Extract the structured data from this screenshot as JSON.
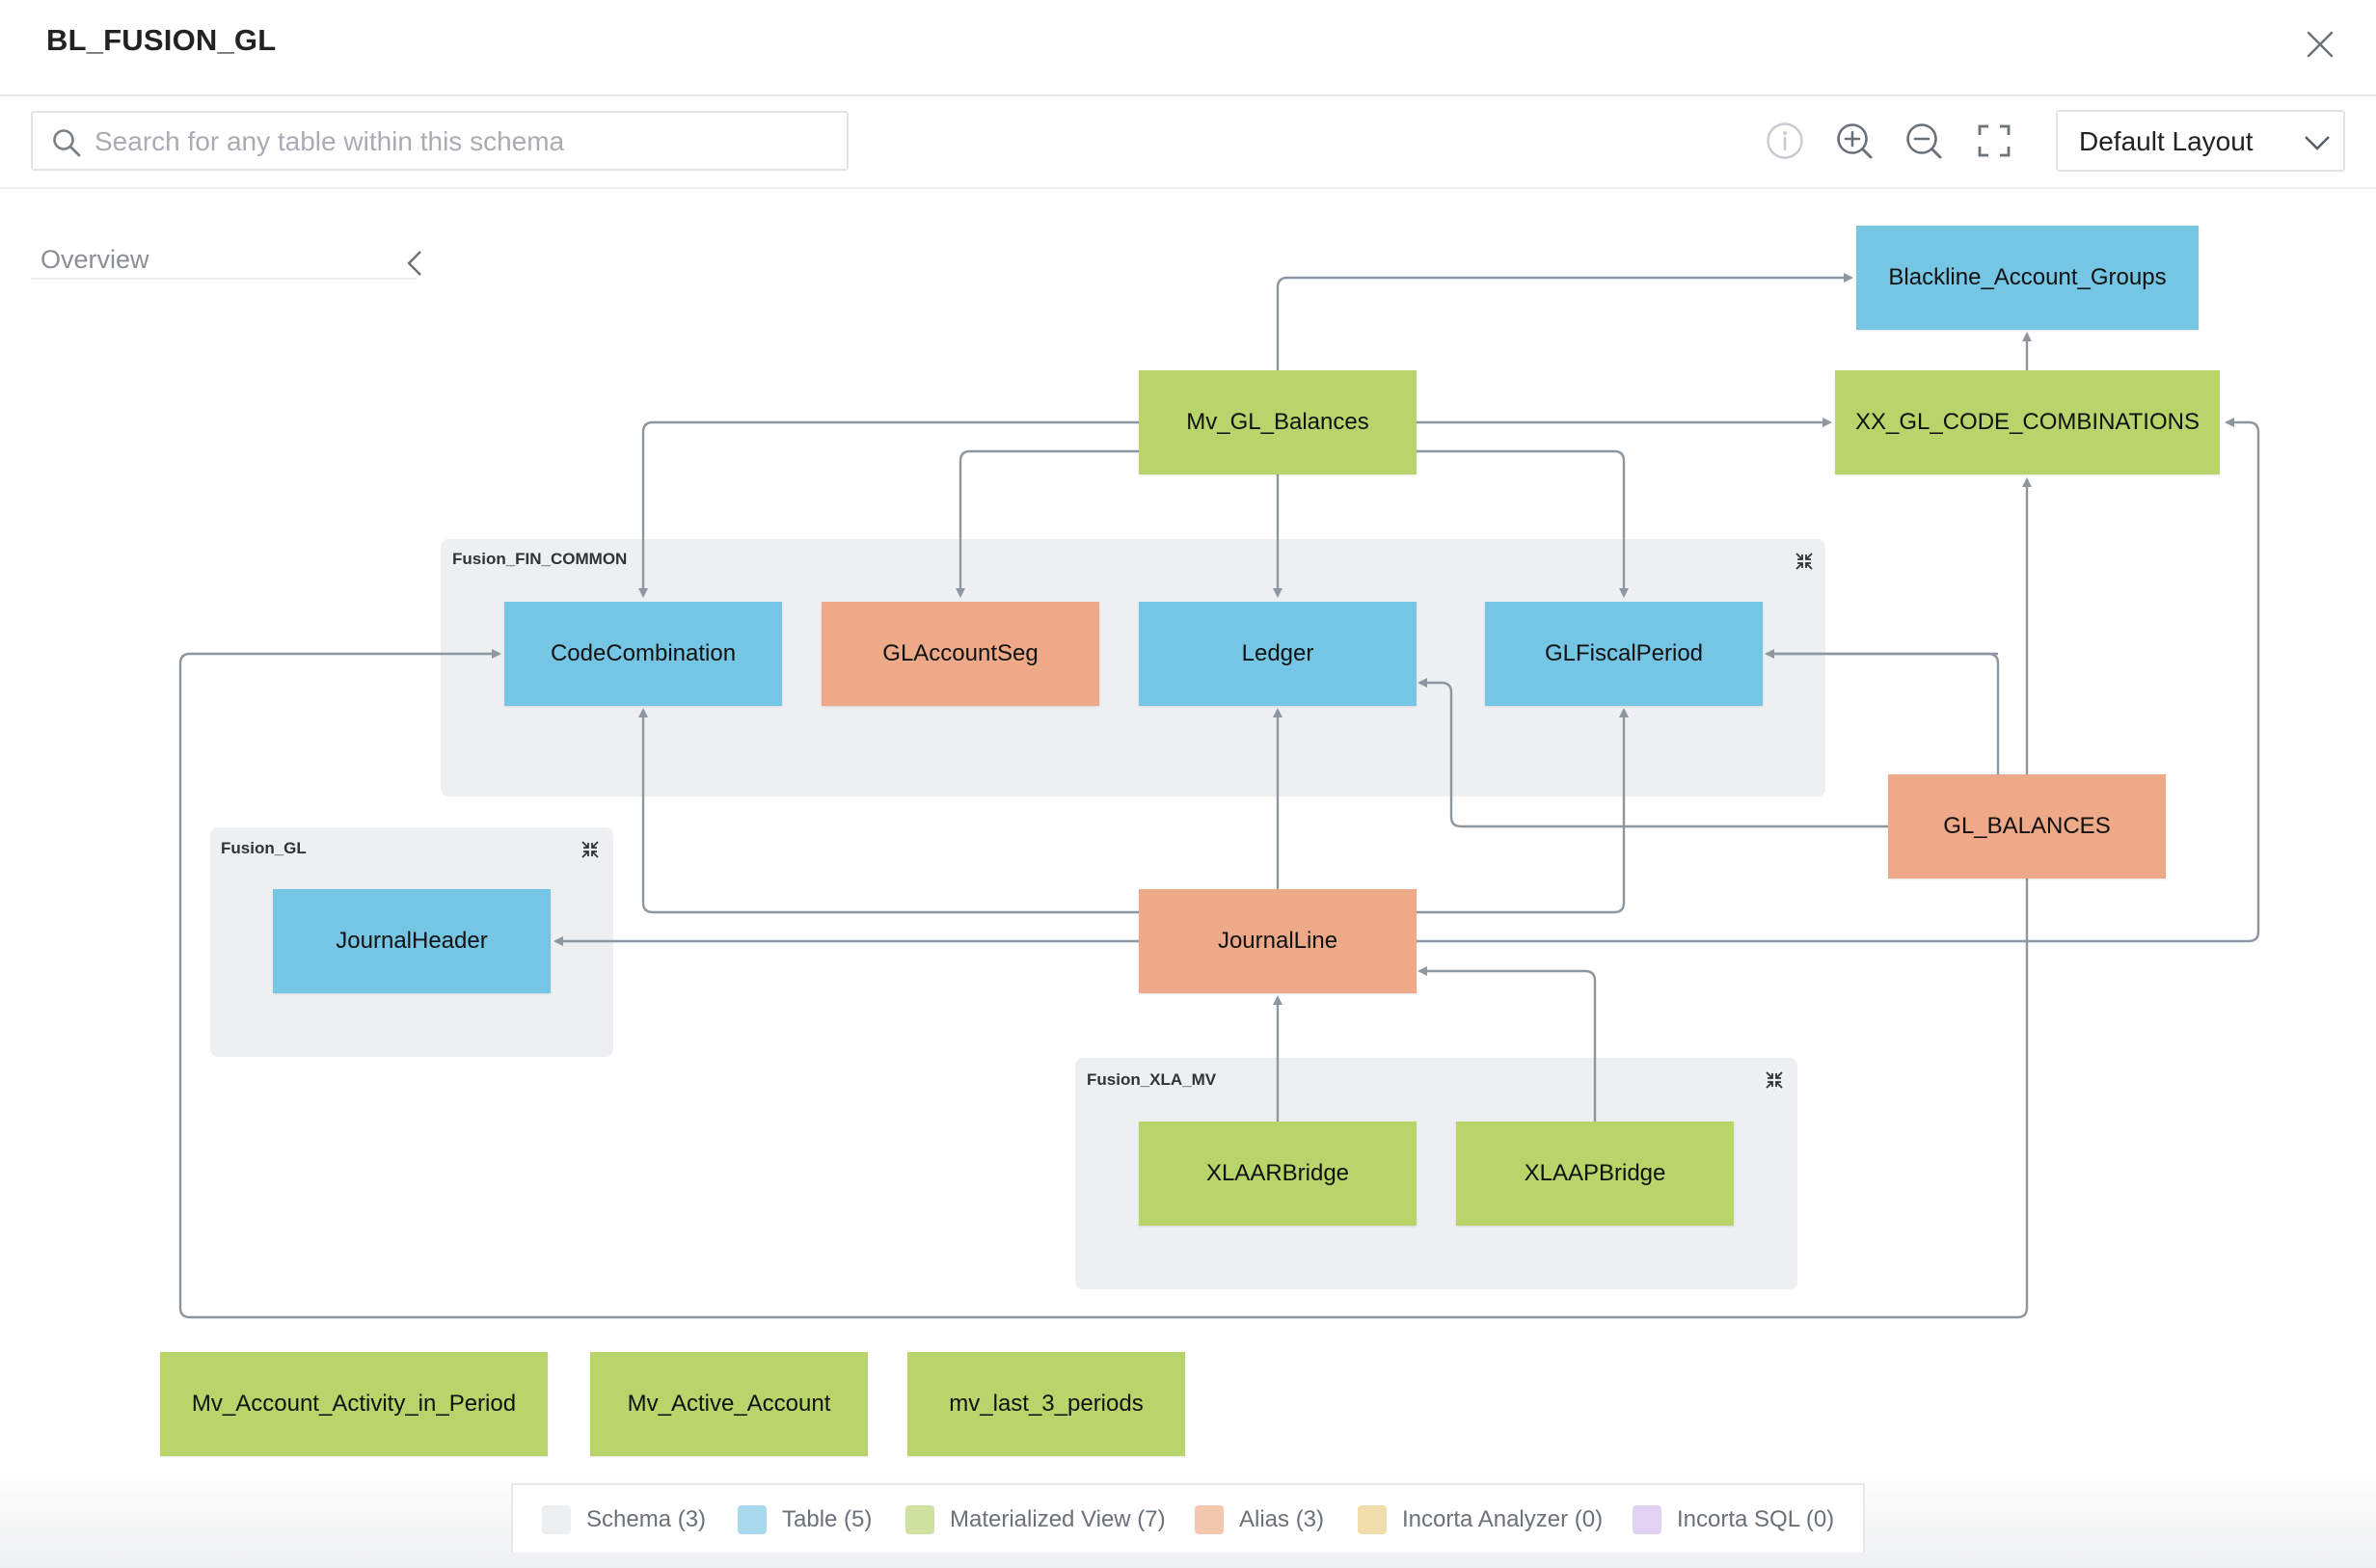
{
  "header": {
    "title": "BL_FUSION_GL"
  },
  "search": {
    "placeholder": "Search for any table within this schema"
  },
  "toolbar": {
    "layout_value": "Default Layout"
  },
  "overview": {
    "label": "Overview"
  },
  "colors": {
    "table": "#74c6e4",
    "materialized_view": "#b8d46a",
    "alias": "#eeaa88",
    "schema": "#eeeff1",
    "incorta_analyzer": "#f3d59a",
    "incorta_sql": "#d9c2f0",
    "edge": "#8e979f"
  },
  "groups": {
    "fin_common": {
      "label": "Fusion_FIN_COMMON"
    },
    "fusion_gl": {
      "label": "Fusion_GL"
    },
    "xla_mv": {
      "label": "Fusion_XLA_MV"
    }
  },
  "nodes": {
    "blackline": {
      "label": "Blackline_Account_Groups",
      "type": "table"
    },
    "mv_gl_balances": {
      "label": "Mv_GL_Balances",
      "type": "materialized_view"
    },
    "xx_gl_code": {
      "label": "XX_GL_CODE_COMBINATIONS",
      "type": "materialized_view"
    },
    "code_combination": {
      "label": "CodeCombination",
      "type": "table"
    },
    "gl_account_seg": {
      "label": "GLAccountSeg",
      "type": "alias"
    },
    "ledger": {
      "label": "Ledger",
      "type": "table"
    },
    "gl_fiscal_period": {
      "label": "GLFiscalPeriod",
      "type": "table"
    },
    "gl_balances": {
      "label": "GL_BALANCES",
      "type": "alias"
    },
    "journal_header": {
      "label": "JournalHeader",
      "type": "table"
    },
    "journal_line": {
      "label": "JournalLine",
      "type": "alias"
    },
    "xlaar_bridge": {
      "label": "XLAARBridge",
      "type": "materialized_view"
    },
    "xlaap_bridge": {
      "label": "XLAAPBridge",
      "type": "materialized_view"
    },
    "mv_account_activity": {
      "label": "Mv_Account_Activity_in_Period",
      "type": "materialized_view"
    },
    "mv_active_account": {
      "label": "Mv_Active_Account",
      "type": "materialized_view"
    },
    "mv_last_3_periods": {
      "label": "mv_last_3_periods",
      "type": "materialized_view"
    }
  },
  "legend": [
    {
      "label": "Schema (3)",
      "color": "#eeeff1"
    },
    {
      "label": "Table (5)",
      "color": "#a9d8ee"
    },
    {
      "label": "Materialized View (7)",
      "color": "#cfe2a0"
    },
    {
      "label": "Alias (3)",
      "color": "#f3c6ae"
    },
    {
      "label": "Incorta Analyzer (0)",
      "color": "#f1dcae"
    },
    {
      "label": "Incorta SQL (0)",
      "color": "#e3d3f3"
    }
  ]
}
